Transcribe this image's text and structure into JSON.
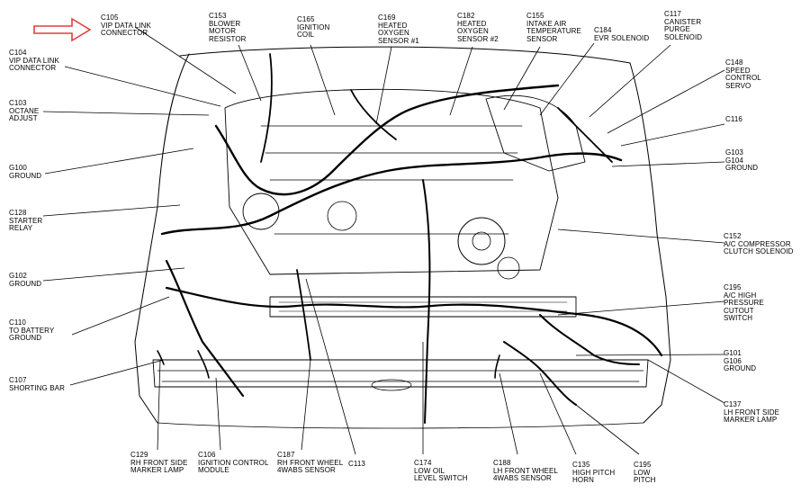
{
  "callouts": [
    {
      "id": "c105",
      "lines": [
        "C105",
        "VIP DATA LINK",
        "CONNECTOR"
      ]
    },
    {
      "id": "c153",
      "lines": [
        "C153",
        "BLOWER",
        "MOTOR",
        "RESISTOR"
      ]
    },
    {
      "id": "c165",
      "lines": [
        "C165",
        "IGNITION",
        "COIL"
      ]
    },
    {
      "id": "c169",
      "lines": [
        "C169",
        "HEATED",
        "OXYGEN",
        "SENSOR #1"
      ]
    },
    {
      "id": "c182",
      "lines": [
        "C182",
        "HEATED",
        "OXYGEN",
        "SENSOR #2"
      ]
    },
    {
      "id": "c155",
      "lines": [
        "C155",
        "INTAKE AIR",
        "TEMPERATURE",
        "SENSOR"
      ]
    },
    {
      "id": "c184",
      "lines": [
        "C184",
        "EVR SOLENOID"
      ]
    },
    {
      "id": "c117",
      "lines": [
        "C117",
        "CANISTER",
        "PURGE",
        "SOLENOID"
      ]
    },
    {
      "id": "c104",
      "lines": [
        "C104",
        "VIP DATA LINK",
        "CONNECTOR"
      ]
    },
    {
      "id": "c148",
      "lines": [
        "C148",
        "SPEED",
        "CONTROL",
        "SERVO"
      ]
    },
    {
      "id": "c103",
      "lines": [
        "C103",
        "OCTANE",
        "ADJUST"
      ]
    },
    {
      "id": "c116",
      "lines": [
        "C116"
      ]
    },
    {
      "id": "g100",
      "lines": [
        "G100",
        "GROUND"
      ]
    },
    {
      "id": "g103",
      "lines": [
        "G103",
        "G104",
        "GROUND"
      ]
    },
    {
      "id": "c128",
      "lines": [
        "C128",
        "STARTER",
        "RELAY"
      ]
    },
    {
      "id": "c152",
      "lines": [
        "C152",
        "A/C COMPRESSOR",
        "CLUTCH SOLENOID"
      ]
    },
    {
      "id": "g102",
      "lines": [
        "G102",
        "GROUND"
      ]
    },
    {
      "id": "c195a",
      "lines": [
        "C195",
        "A/C HIGH",
        "PRESSURE",
        "CUTOUT",
        "SWITCH"
      ]
    },
    {
      "id": "c110",
      "lines": [
        "C110",
        "TO BATTERY",
        "GROUND"
      ]
    },
    {
      "id": "g101",
      "lines": [
        "G101",
        "G106",
        "GROUND"
      ]
    },
    {
      "id": "c107",
      "lines": [
        "C107",
        "SHORTING BAR"
      ]
    },
    {
      "id": "c137",
      "lines": [
        "C137",
        "LH FRONT SIDE",
        "MARKER LAMP"
      ]
    },
    {
      "id": "c129",
      "lines": [
        "C129",
        "RH FRONT SIDE",
        "MARKER LAMP"
      ]
    },
    {
      "id": "c106",
      "lines": [
        "C106",
        "IGNITION CONTROL",
        "MODULE"
      ]
    },
    {
      "id": "c187",
      "lines": [
        "C187",
        "RH FRONT WHEEL",
        "4WABS SENSOR"
      ]
    },
    {
      "id": "c113",
      "lines": [
        "C113"
      ]
    },
    {
      "id": "c174",
      "lines": [
        "C174",
        "LOW OIL",
        "LEVEL SWITCH"
      ]
    },
    {
      "id": "c188",
      "lines": [
        "C188",
        "LH FRONT WHEEL",
        "4WABS SENSOR"
      ]
    },
    {
      "id": "c135",
      "lines": [
        "C135",
        "HIGH PITCH",
        "HORN"
      ]
    },
    {
      "id": "c195b",
      "lines": [
        "C195",
        "LOW",
        "PITCH"
      ]
    }
  ],
  "highlight_arrow_color": "#e0403a",
  "line_color": "#000000"
}
